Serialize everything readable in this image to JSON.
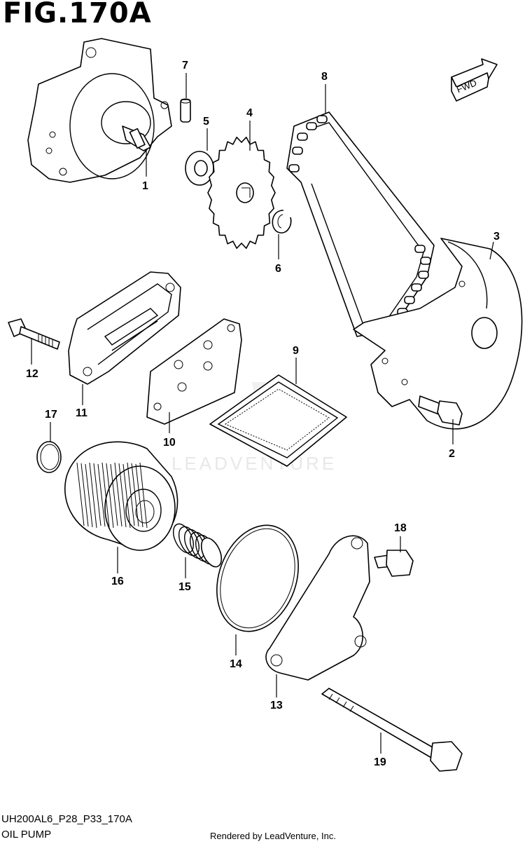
{
  "figure": {
    "title": "FIG.170A",
    "code": "UH200AL6_P28_P33_170A",
    "name": "OIL PUMP",
    "rendered_by": "Rendered by LeadVenture, Inc.",
    "watermark": "LEADVENTURE",
    "direction_label": "FWD"
  },
  "callouts": [
    {
      "id": "1",
      "label": "1"
    },
    {
      "id": "2",
      "label": "2"
    },
    {
      "id": "3",
      "label": "3"
    },
    {
      "id": "4",
      "label": "4"
    },
    {
      "id": "5",
      "label": "5"
    },
    {
      "id": "6",
      "label": "6"
    },
    {
      "id": "7",
      "label": "7"
    },
    {
      "id": "8",
      "label": "8"
    },
    {
      "id": "9",
      "label": "9"
    },
    {
      "id": "10",
      "label": "10"
    },
    {
      "id": "11",
      "label": "11"
    },
    {
      "id": "12",
      "label": "12"
    },
    {
      "id": "13",
      "label": "13"
    },
    {
      "id": "14",
      "label": "14"
    },
    {
      "id": "15",
      "label": "15"
    },
    {
      "id": "16",
      "label": "16"
    },
    {
      "id": "17",
      "label": "17"
    },
    {
      "id": "18",
      "label": "18"
    },
    {
      "id": "19",
      "label": "19"
    }
  ]
}
